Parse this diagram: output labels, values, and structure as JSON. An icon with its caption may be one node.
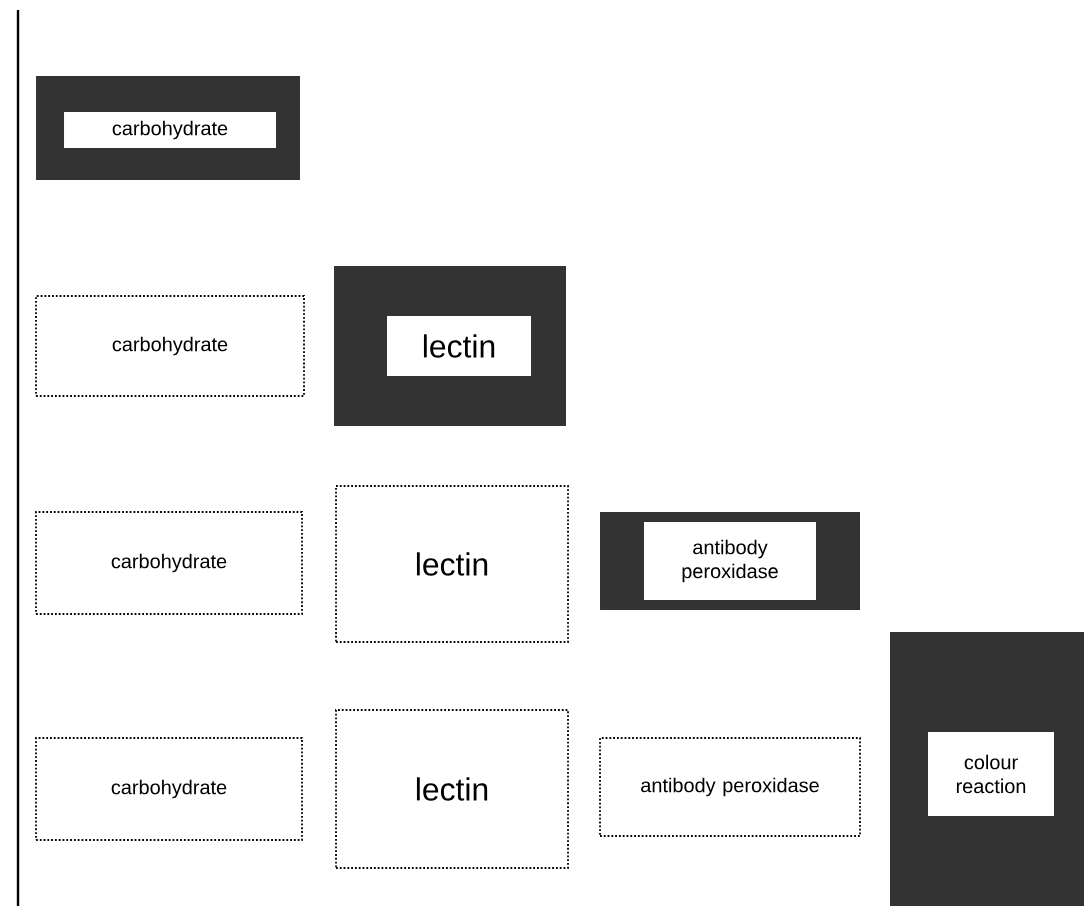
{
  "diagram": {
    "nodes": [
      {
        "text": [
          "carbohydrate"
        ]
      },
      {
        "text": [
          "carbohydrate"
        ]
      },
      {
        "text": [
          "lectin"
        ]
      },
      {
        "text": [
          "carbohydrate"
        ]
      },
      {
        "text": [
          "lectin"
        ]
      },
      {
        "text": [
          "antibody peroxidase"
        ]
      },
      {
        "text": [
          "carbohydrate"
        ]
      },
      {
        "text": [
          "lectin"
        ]
      },
      {
        "text": [
          "antibody peroxidase"
        ]
      },
      {
        "text": [
          "colour reaction"
        ]
      }
    ]
  }
}
